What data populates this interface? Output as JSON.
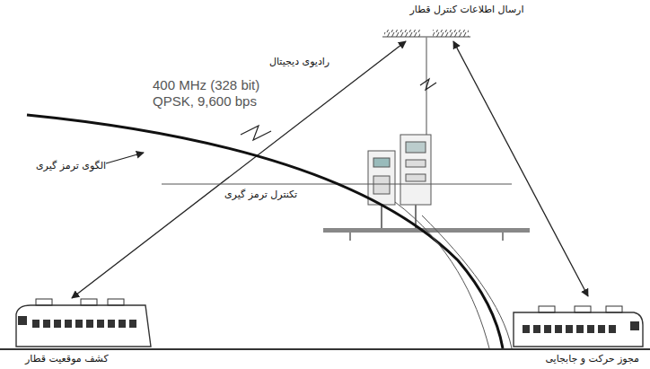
{
  "diagram": {
    "labels": [
      "ارسال اطلاعات کنترل قطار",
      "رادیوی دیجیتال",
      "400 MHz (328 bit) QPSK, 9,600 bps",
      "الگوی ترمز گیری",
      "تکنترل ترمز گیری",
      "کشف موقعیت قطار",
      "مجوز حرکت و جابجایی"
    ]
  }
}
